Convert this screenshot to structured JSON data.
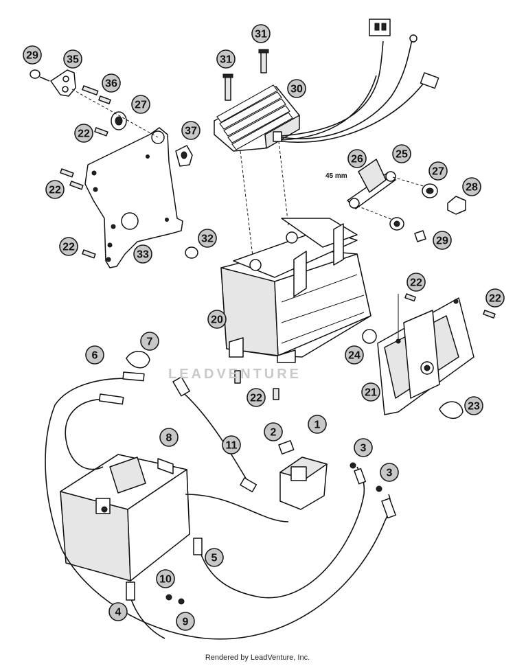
{
  "diagram": {
    "dimension_label": "45 mm",
    "watermark": "LEADVENTURE",
    "footer": "Rendered by LeadVenture, Inc.",
    "callouts": [
      {
        "id": "c29a",
        "label": "29"
      },
      {
        "id": "c35",
        "label": "35"
      },
      {
        "id": "c36",
        "label": "36"
      },
      {
        "id": "c27a",
        "label": "27"
      },
      {
        "id": "c22a",
        "label": "22"
      },
      {
        "id": "c37",
        "label": "37"
      },
      {
        "id": "c22b",
        "label": "22"
      },
      {
        "id": "c22c",
        "label": "22"
      },
      {
        "id": "c33",
        "label": "33"
      },
      {
        "id": "c32",
        "label": "32"
      },
      {
        "id": "c31a",
        "label": "31"
      },
      {
        "id": "c31b",
        "label": "31"
      },
      {
        "id": "c30",
        "label": "30"
      },
      {
        "id": "c26",
        "label": "26"
      },
      {
        "id": "c25",
        "label": "25"
      },
      {
        "id": "c27b",
        "label": "27"
      },
      {
        "id": "c28",
        "label": "28"
      },
      {
        "id": "c29b",
        "label": "29"
      },
      {
        "id": "c20",
        "label": "20"
      },
      {
        "id": "c22d",
        "label": "22"
      },
      {
        "id": "c22e",
        "label": "22"
      },
      {
        "id": "c24",
        "label": "24"
      },
      {
        "id": "c21",
        "label": "21"
      },
      {
        "id": "c23",
        "label": "23"
      },
      {
        "id": "c22f",
        "label": "22"
      },
      {
        "id": "c7",
        "label": "7"
      },
      {
        "id": "c6",
        "label": "6"
      },
      {
        "id": "c8",
        "label": "8"
      },
      {
        "id": "c11",
        "label": "11"
      },
      {
        "id": "c2",
        "label": "2"
      },
      {
        "id": "c1",
        "label": "1"
      },
      {
        "id": "c3a",
        "label": "3"
      },
      {
        "id": "c3b",
        "label": "3"
      },
      {
        "id": "c5",
        "label": "5"
      },
      {
        "id": "c10",
        "label": "10"
      },
      {
        "id": "c9",
        "label": "9"
      },
      {
        "id": "c4",
        "label": "4"
      }
    ]
  }
}
